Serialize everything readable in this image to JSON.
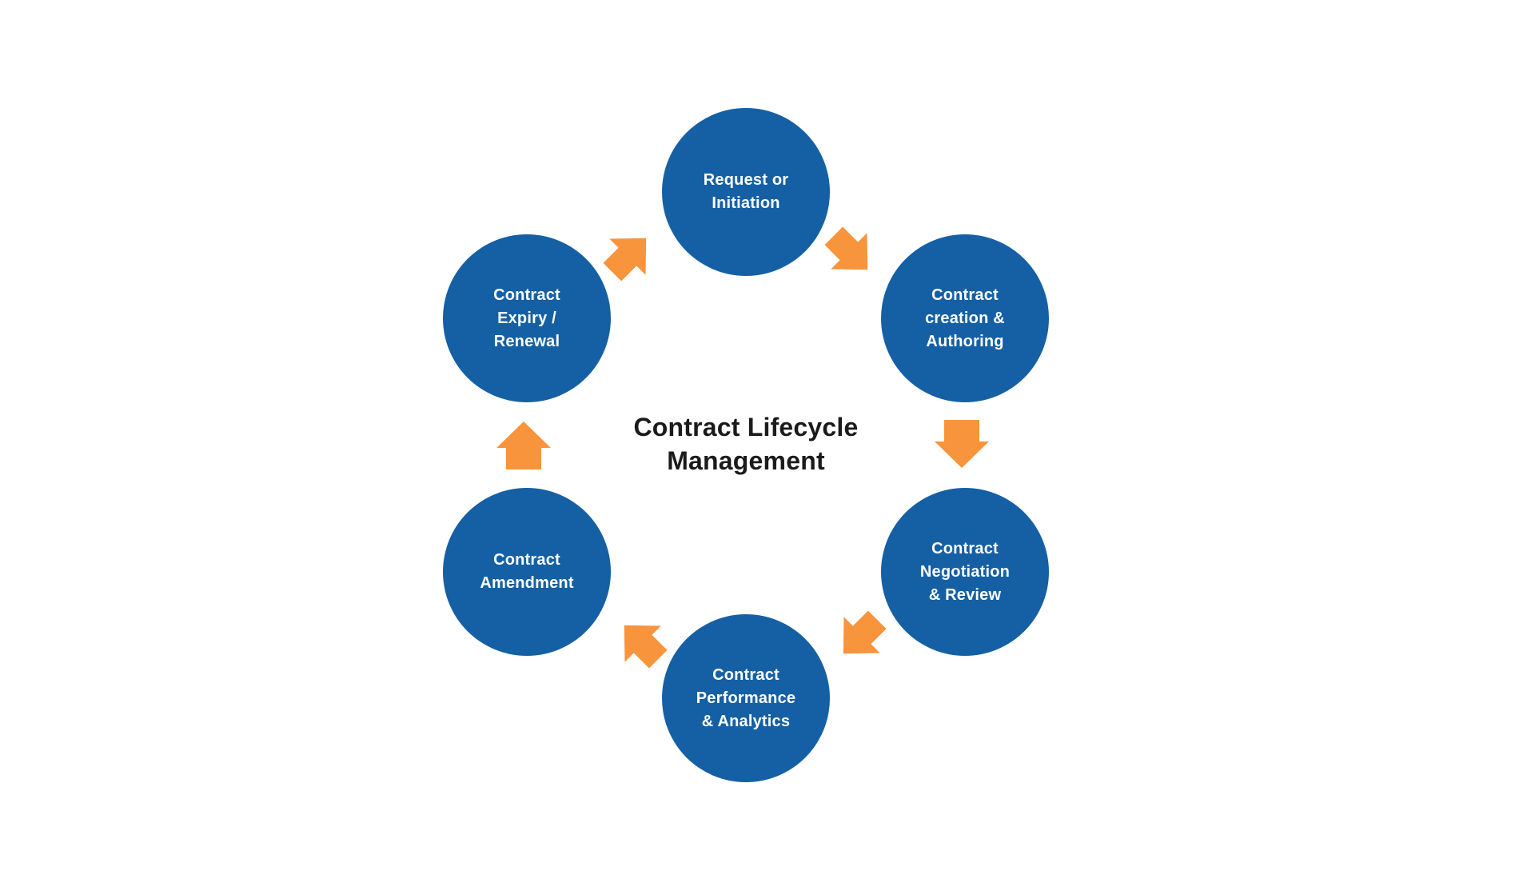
{
  "title": {
    "text": "Contract Lifecycle\nManagement"
  },
  "stages": [
    {
      "id": "request-initiation",
      "label": "Request or\nInitiation"
    },
    {
      "id": "contract-creation-authoring",
      "label": "Contract\ncreation &\nAuthoring"
    },
    {
      "id": "contract-negotiation-review",
      "label": "Contract\nNegotiation\n& Review"
    },
    {
      "id": "contract-performance-analytics",
      "label": "Contract\nPerformance\n& Analytics"
    },
    {
      "id": "contract-amendment",
      "label": "Contract\nAmendment"
    },
    {
      "id": "contract-expiry-renewal",
      "label": "Contract\nExpiry /\nRenewal"
    }
  ],
  "arrows": [
    {
      "name": "amendment-to-expiry",
      "direction": "up"
    },
    {
      "name": "expiry-to-request",
      "direction": "up-right"
    },
    {
      "name": "request-to-creation",
      "direction": "down-right"
    },
    {
      "name": "creation-to-negotiation",
      "direction": "down"
    },
    {
      "name": "negotiation-to-performance",
      "direction": "down-left"
    },
    {
      "name": "performance-to-amendment",
      "direction": "up-left"
    }
  ],
  "colors": {
    "circle": "#1560A4",
    "arrow": "#F7943C",
    "title": "#1B1B1B",
    "background": "#FFFFFF",
    "label": "#FFFFFF"
  }
}
